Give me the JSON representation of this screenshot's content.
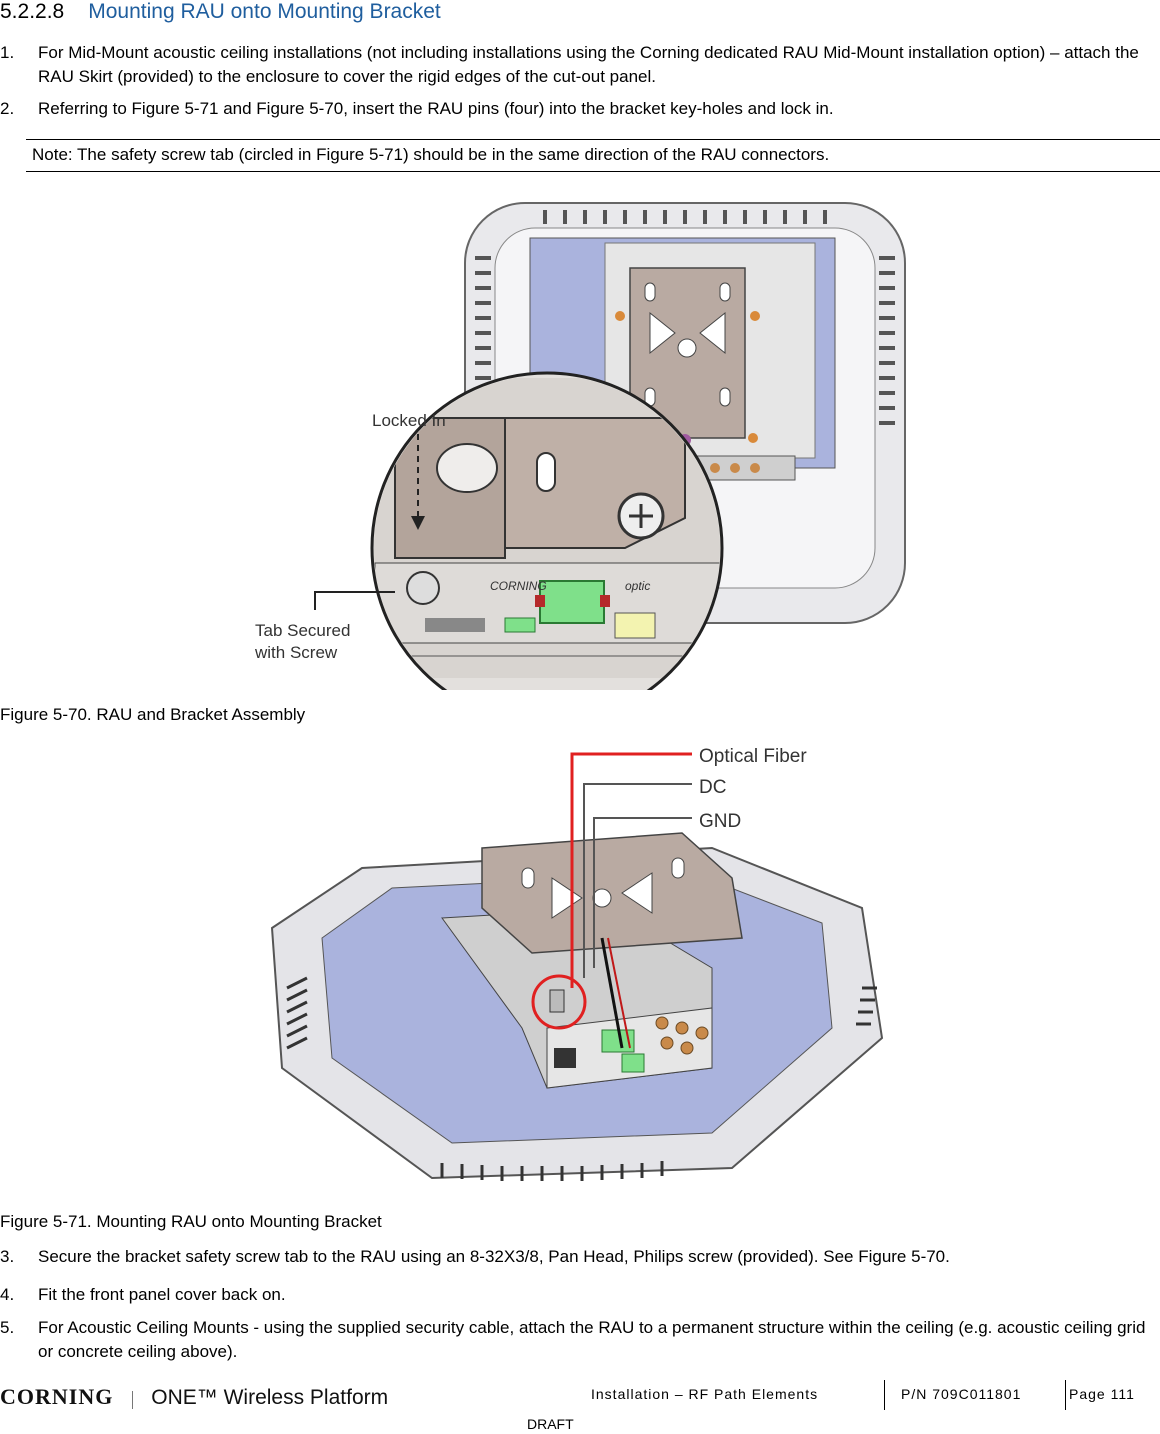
{
  "section": {
    "number": "5.2.2.8",
    "title": "Mounting RAU onto Mounting Bracket"
  },
  "steps_a": [
    {
      "n": "1.",
      "text": "For Mid-Mount acoustic ceiling installations (not including installations using the Corning dedicated RAU Mid-Mount installation option) – attach the RAU Skirt (provided) to the enclosure to cover the rigid edges of the cut-out panel."
    },
    {
      "n": "2.",
      "text": "Referring to Figure 5-71 and Figure 5-70, insert the RAU pins (four) into the bracket key-holes and lock in."
    }
  ],
  "note": "Note: The safety screw tab (circled in Figure 5-71) should be in the same direction of the RAU connectors.",
  "figure1": {
    "caption": "Figure 5-70. RAU and Bracket Assembly",
    "label_locked": "Locked In",
    "label_tab_1": "Tab Secured",
    "label_tab_2": "with Screw"
  },
  "figure2": {
    "caption": "Figure 5-71. Mounting RAU onto Mounting Bracket",
    "label_fiber": "Optical Fiber",
    "label_dc": "DC",
    "label_gnd": "GND"
  },
  "steps_b": [
    {
      "n": "3.",
      "text": "Secure the bracket safety screw tab to the RAU using an 8-32X3/8, Pan Head, Philips screw (provided). See Figure 5-70."
    },
    {
      "n": "4.",
      "text": "Fit the front panel cover back on."
    },
    {
      "n": "5.",
      "text": "For Acoustic Ceiling Mounts - using the supplied security cable, attach the RAU to a permanent structure within the ceiling (e.g. acoustic ceiling grid or concrete ceiling above)."
    }
  ],
  "footer": {
    "logo_brand": "CORNING",
    "logo_product": "ONE™ Wireless Platform",
    "chapter": "Installation – RF Path Elements",
    "part_number": "P/N 709C011801",
    "page": "Page 111",
    "draft": "DRAFT"
  },
  "colors": {
    "heading": "#1f5e9e",
    "circle": "#e02020",
    "bracket": "#b9aaa2",
    "plate": "#aab3dd"
  }
}
